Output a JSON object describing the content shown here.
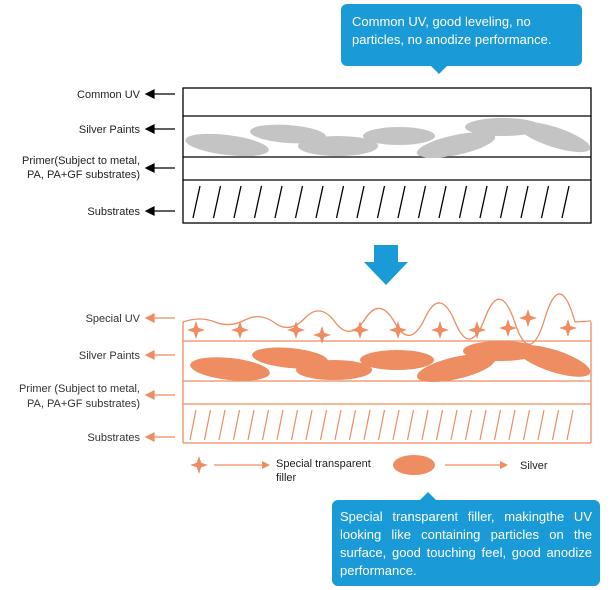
{
  "callout_top": {
    "text": "Common UV, good leveling, no particles, no anodize performance."
  },
  "callout_bottom": {
    "text": "Special transparent filler, makingthe UV  looking like containing particles on the surface, good touching feel, good anodize performance."
  },
  "top_diagram": {
    "labels": {
      "uv": "Common UV",
      "silver": "Silver Paints",
      "primer_line1": "Primer(Subject to metal,",
      "primer_line2": "PA, PA+GF substrates)",
      "substrates": "Substrates"
    },
    "colors": {
      "particle": "#c4c4c4",
      "line": "#000000"
    }
  },
  "bottom_diagram": {
    "labels": {
      "uv": "Special UV",
      "silver": "Silver Paints",
      "primer_line1": "Primer (Subject to metal,",
      "primer_line2": "PA, PA+GF substrates)",
      "substrates": "Substrates"
    },
    "colors": {
      "particle": "#ee8c62",
      "line": "#ee8c62"
    }
  },
  "legend": {
    "filler_line1": "Special transparent",
    "filler_line2": "filler",
    "silver": "Silver"
  },
  "colors": {
    "callout": "#1a9ad6",
    "arrow": "#1a9ad6"
  }
}
